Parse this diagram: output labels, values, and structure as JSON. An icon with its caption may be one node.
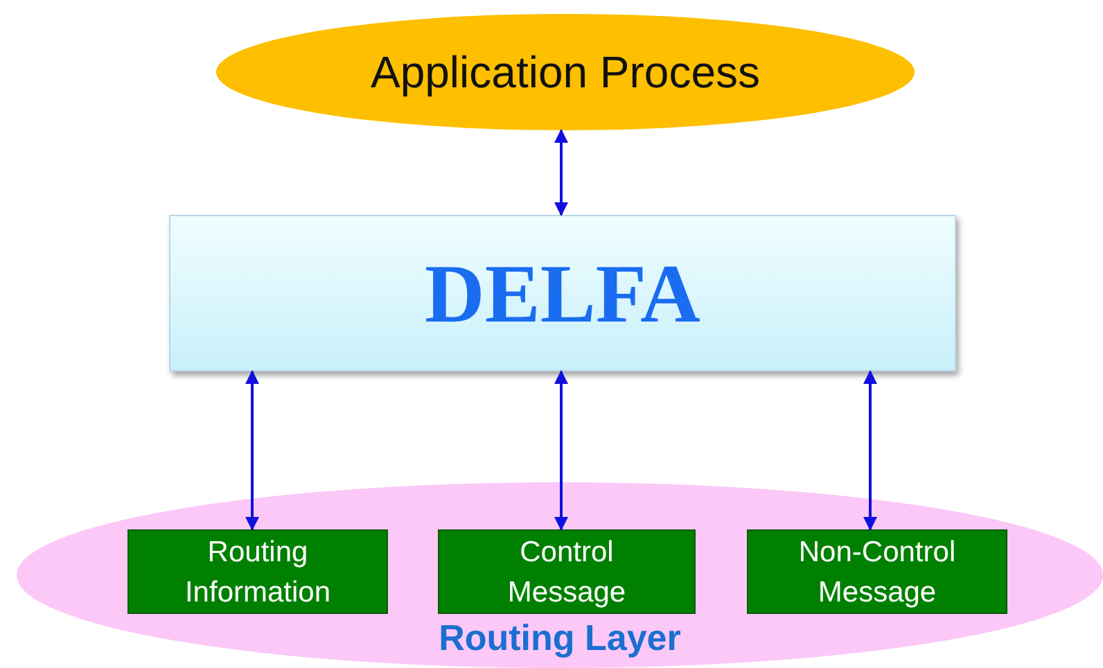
{
  "diagram": {
    "nodes": [
      {
        "text": [
          "Application Process"
        ]
      },
      {
        "text": [
          "DELFA"
        ]
      },
      {
        "text": [
          "Routing Layer"
        ]
      },
      {
        "text": [
          "Routing Information"
        ],
        "in": 2
      },
      {
        "text": [
          "Control Message"
        ],
        "in": 2
      },
      {
        "text": [
          "Non-Control Message"
        ],
        "in": 2
      }
    ],
    "edges": [
      {
        "from": 0,
        "to": 1,
        "arrow": "both"
      },
      {
        "from": 1,
        "to": 3,
        "arrow": "both"
      },
      {
        "from": 1,
        "to": 4,
        "arrow": "both"
      },
      {
        "from": 1,
        "to": 5,
        "arrow": "both"
      }
    ]
  }
}
